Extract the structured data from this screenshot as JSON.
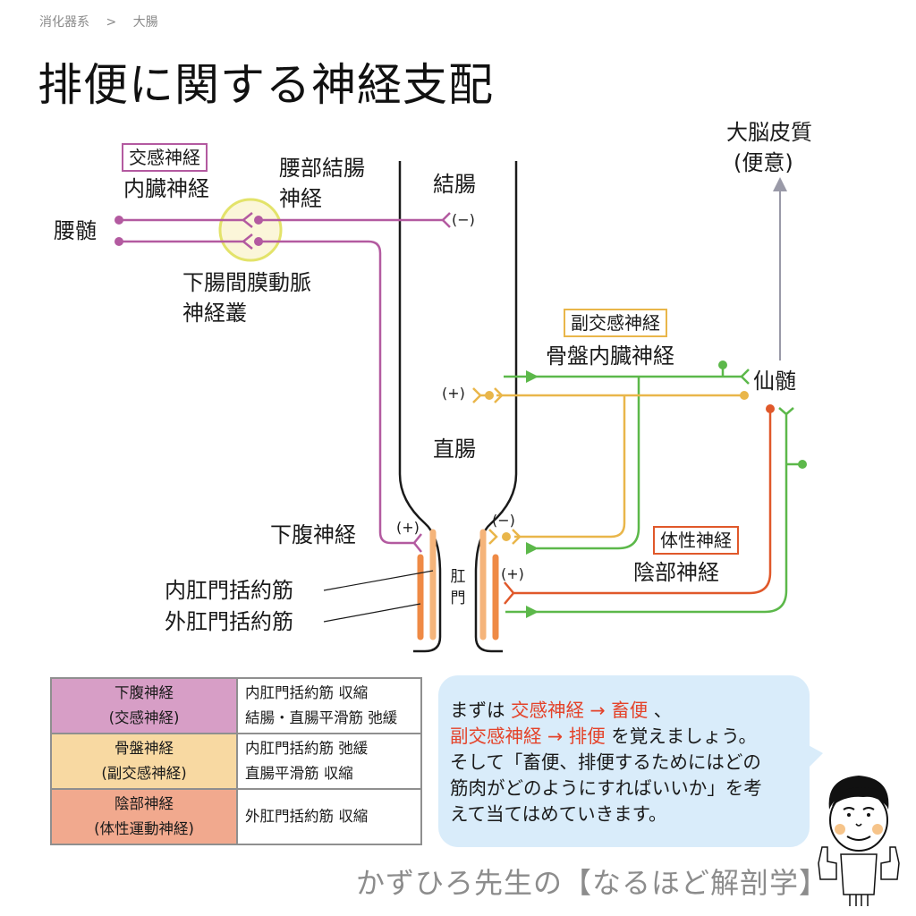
{
  "breadcrumb": [
    "消化器系",
    ">",
    "大腸"
  ],
  "title": "排便に関する神経支配",
  "colors": {
    "sympathetic": "#b35aa0",
    "parasympathetic": "#e9b64a",
    "parasympathetic_motor": "#5cb84a",
    "somatic": "#e0582a",
    "somatic_sensory": "#5cb84a",
    "plexus_fill": "#fbf6d9",
    "plexus_stroke": "#e3e36a",
    "sphincter_internal": "#f5b47a",
    "sphincter_external": "#ef8a45",
    "afferent_to_cortex": "#9a9aa8",
    "red_text": "#e4432a"
  },
  "diagram": {
    "labels": {
      "sympathetic_box": "交感神経",
      "splanchnic": "内臓神経",
      "lumbar_cord": "腰髄",
      "lumbar_colonic": "腰部結腸",
      "lumbar_colonic_2": "神経",
      "colon": "結腸",
      "colon_sign": "(−)",
      "plexus": "下腸間膜動脈",
      "plexus_2": "神経叢",
      "cortex": "大脳皮質",
      "cortex_2": "(便意)",
      "para_box": "副交感神経",
      "pelvic": "骨盤内臓神経",
      "sacral_cord": "仙髄",
      "rectum": "直腸",
      "rectum_sign": "(+)",
      "hypogastric": "下腹神経",
      "hypogastric_sign": "(+)",
      "internal_sphincter": "内肛門括約筋",
      "external_sphincter": "外肛門括約筋",
      "anus_1": "肛",
      "anus_2": "門",
      "internal_sign_para": "(−)",
      "external_sign": "(+)",
      "somatic_box": "体性神経",
      "pudendal": "陰部神経"
    }
  },
  "table": {
    "rows": [
      {
        "name": "下腹神経",
        "type": "(交感神経)",
        "effects": [
          "内肛門括約筋 収縮",
          "結腸・直腸平滑筋 弛緩"
        ]
      },
      {
        "name": "骨盤神経",
        "type": "(副交感神経)",
        "effects": [
          "内肛門括約筋 弛緩",
          "直腸平滑筋 収縮"
        ]
      },
      {
        "name": "陰部神経",
        "type": "(体性運動神経)",
        "effects": [
          "外肛門括約筋 収縮"
        ]
      }
    ]
  },
  "bubble": {
    "line1_a": "まずは ",
    "line1_b": "交感神経 → 畜便",
    "line1_c": " 、",
    "line2_a": "副交感神経 → 排便",
    "line2_b": " を覚えましょう。",
    "line3": "そして「畜便、排便するためにはどの",
    "line4": "筋肉がどのようにすればいいか」を考",
    "line5": "えて当てはめていきます。"
  },
  "brand": "かずひろ先生の【なるほど解剖学】",
  "icons": {
    "mascot": "thumbs-up-doctor-illustration"
  }
}
